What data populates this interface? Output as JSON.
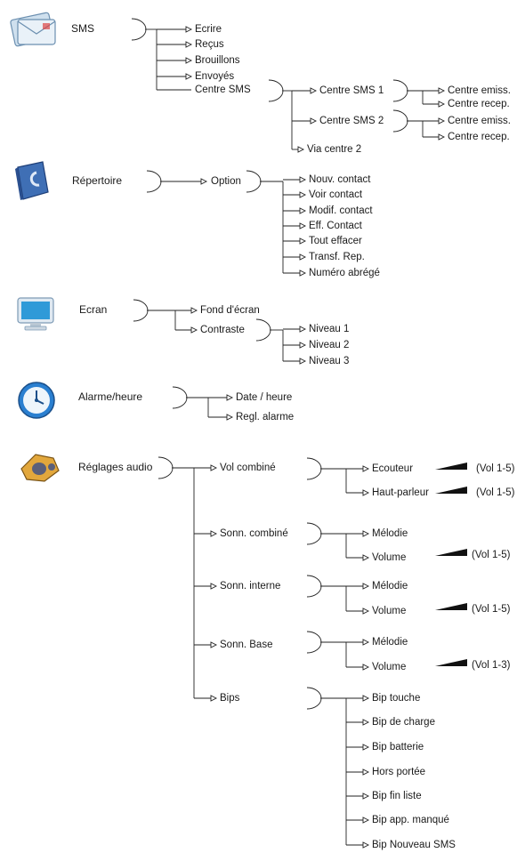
{
  "sections": {
    "sms": {
      "icon": "envelope-icon",
      "title": "SMS",
      "items": [
        "Ecrire",
        "Reçus",
        "Brouillons",
        "Envoyés",
        "Centre SMS"
      ],
      "centre": [
        "Centre SMS 1",
        "Centre SMS 2",
        "Via centre 2"
      ],
      "sub": [
        "Centre emiss.",
        "Centre recep."
      ]
    },
    "repertoire": {
      "icon": "phonebook-icon",
      "title": "Répertoire",
      "option": "Option",
      "items": [
        "Nouv. contact",
        "Voir contact",
        "Modif. contact",
        "Eff. Contact",
        "Tout effacer",
        "Transf. Rep.",
        "Numéro abrégé"
      ]
    },
    "ecran": {
      "icon": "monitor-icon",
      "title": "Ecran",
      "items": [
        "Fond d'écran",
        "Contraste"
      ],
      "levels": [
        "Niveau 1",
        "Niveau 2",
        "Niveau 3"
      ]
    },
    "alarme": {
      "icon": "clock-icon",
      "title": "Alarme/heure",
      "items": [
        "Date / heure",
        "Regl. alarme"
      ]
    },
    "audio": {
      "icon": "speaker-icon",
      "title": "Réglages audio",
      "groups": [
        "Vol combiné",
        "Sonn. combiné",
        "Sonn. interne",
        "Sonn. Base",
        "Bips"
      ],
      "vol_items": [
        "Ecouteur",
        "Haut-parleur"
      ],
      "melodie": "Mélodie",
      "volume": "Volume",
      "range_1_5": "(Vol 1-5)",
      "range_1_3": "(Vol 1-3)",
      "bips": [
        "Bip touche",
        "Bip de charge",
        "Bip batterie",
        "Hors portée",
        "Bip fin liste",
        "Bip app. manqué",
        "Bip Nouveau SMS"
      ]
    }
  },
  "colors": {
    "line": "#222222",
    "text": "#1a1a1a"
  }
}
